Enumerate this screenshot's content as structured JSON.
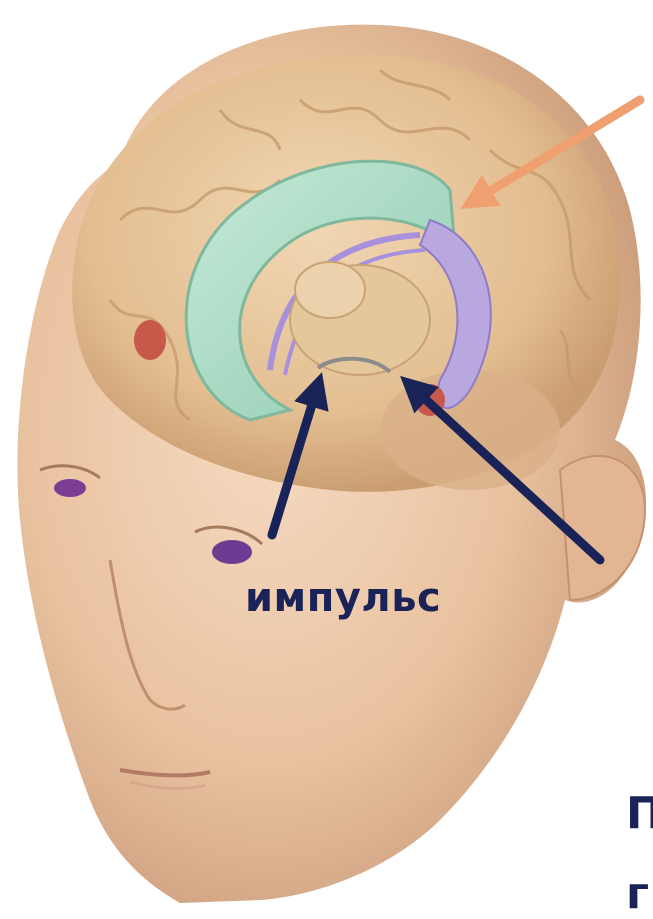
{
  "labels": {
    "impulse": "импульс",
    "right_edge_fragment_1": "П",
    "right_edge_fragment_2": "г"
  },
  "colors": {
    "arrow_navy": "#1a2357",
    "arrow_orange": "#f0a070",
    "limbic_green": "#a8d8c0",
    "limbic_purple": "#b9a8e0",
    "skin": "#efc9a8",
    "brain": "#e6c295"
  }
}
